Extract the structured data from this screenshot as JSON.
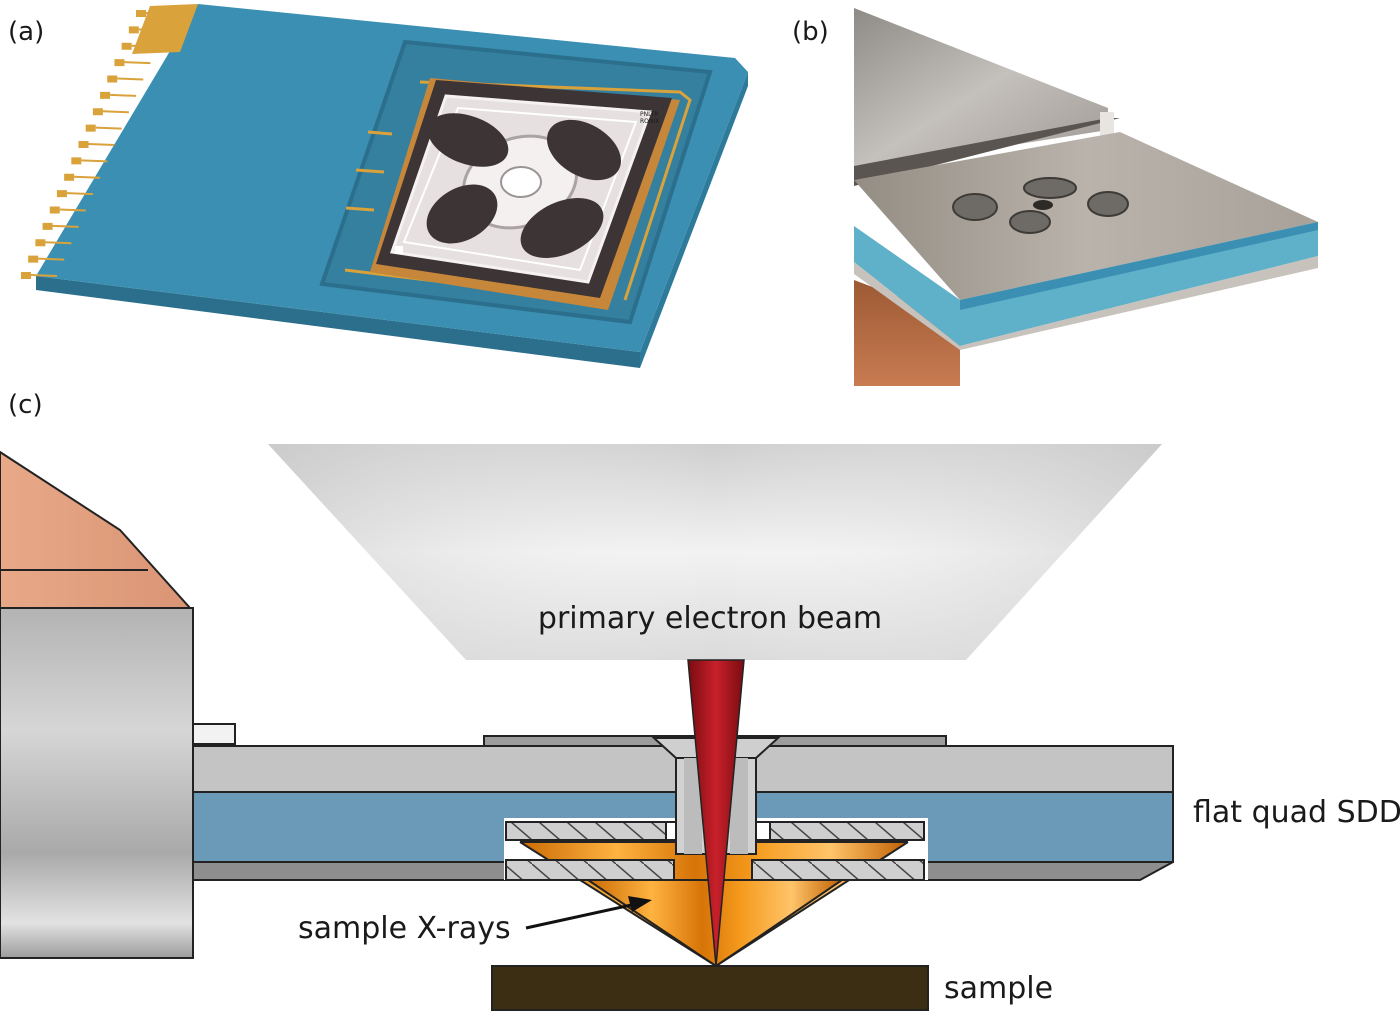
{
  "panels": {
    "a": {
      "label": "(a)"
    },
    "b": {
      "label": "(b)"
    },
    "c": {
      "label": "(c)"
    }
  },
  "labels": {
    "beam": "primary electron beam",
    "detector": "flat quad SDD",
    "xrays": "sample X-rays",
    "sample": "sample",
    "chip_marking": "PNLTR\nRONIX"
  },
  "colors": {
    "board_blue": "#3a8fb2",
    "layer_blue": "#6b99b8",
    "gold": "#d9a23a",
    "chip_dark": "#3d3436",
    "xray_orange": "#e88a12",
    "beam_red": "#a8141c",
    "sample_brown": "#3b2e12",
    "copper": "#e2a27f",
    "steel": "#b9b9b9"
  }
}
